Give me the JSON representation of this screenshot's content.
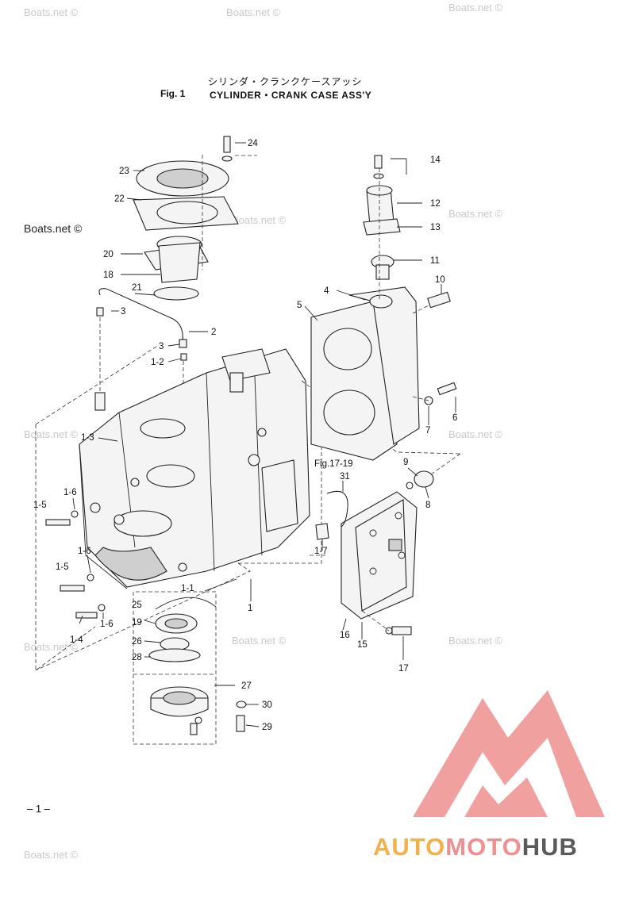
{
  "header": {
    "title_jp": "シリンダ・クランクケースアッシ",
    "fig_label": "Fig. 1",
    "title_en": "CYLINDER・CRANK CASE ASS'Y"
  },
  "watermark": "Boats.net ©",
  "page_number": "– 1 –",
  "logo": {
    "part1": "AUTO",
    "part2": "MOTO",
    "part3": "HUB",
    "colors": {
      "auto": "#f3b14e",
      "moto": "#ef8f8f",
      "hub": "#5a5a5a",
      "triangle": "#ef8f8f"
    }
  },
  "diagram": {
    "ref_label": "Fig.17-19",
    "callouts": [
      "24",
      "23",
      "22",
      "20",
      "18",
      "21",
      "3",
      "2",
      "3",
      "1-2",
      "14",
      "12",
      "13",
      "11",
      "10",
      "4",
      "5",
      "6",
      "7",
      "1-3",
      "9",
      "31",
      "8",
      "1-6",
      "1-5",
      "1-7",
      "1-6",
      "1-5",
      "1-1",
      "25",
      "1",
      "1-6",
      "1-4",
      "19",
      "26",
      "28",
      "16",
      "15",
      "17",
      "27",
      "30",
      "29"
    ]
  }
}
